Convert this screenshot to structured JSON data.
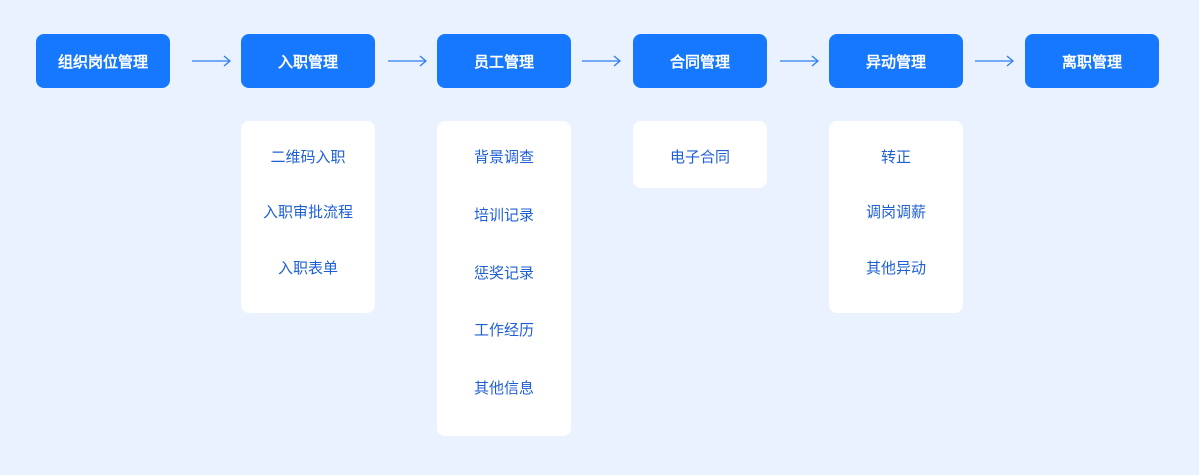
{
  "colors": {
    "background": "#e9f2fe",
    "stage_fill": "#1677ff",
    "stage_text": "#ffffff",
    "card_fill": "#ffffff",
    "item_text": "#1f5fd6",
    "arrow": "#2f7df6"
  },
  "stages": [
    {
      "label": "组织岗位管理",
      "items": []
    },
    {
      "label": "入职管理",
      "items": [
        "二维码入职",
        "入职审批流程",
        "入职表单"
      ]
    },
    {
      "label": "员工管理",
      "items": [
        "背景调查",
        "培训记录",
        "惩奖记录",
        "工作经历",
        "其他信息"
      ]
    },
    {
      "label": "合同管理",
      "items": [
        "电子合同"
      ]
    },
    {
      "label": "异动管理",
      "items": [
        "转正",
        "调岗调薪",
        "其他异动"
      ]
    },
    {
      "label": "离职管理",
      "items": []
    }
  ]
}
